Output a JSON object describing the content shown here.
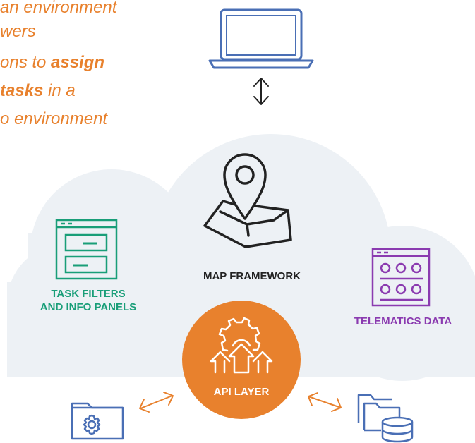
{
  "intro": {
    "line1": "an environment",
    "line2": "wers",
    "line3_pre": "ons to ",
    "line3_bold": "assign",
    "line4_bold": "tasks",
    "line4_post": " in a",
    "line5": "o environment"
  },
  "nodes": {
    "task_filters": {
      "line1": "TASK FILTERS",
      "line2": "AND INFO PANELS",
      "icon": "panels-icon"
    },
    "map_framework": {
      "label": "MAP FRAMEWORK",
      "icon": "map-pin-icon"
    },
    "telematics": {
      "label": "TELEMATICS DATA",
      "icon": "data-grid-icon"
    },
    "api_layer": {
      "label": "API LAYER",
      "icon": "gear-arrows-icon"
    }
  },
  "colors": {
    "orange": "#e8812d",
    "green": "#199e78",
    "purple": "#8b3bb0",
    "blue": "#4a6fb5",
    "cloud": "#edf1f5",
    "dark": "#222222"
  }
}
